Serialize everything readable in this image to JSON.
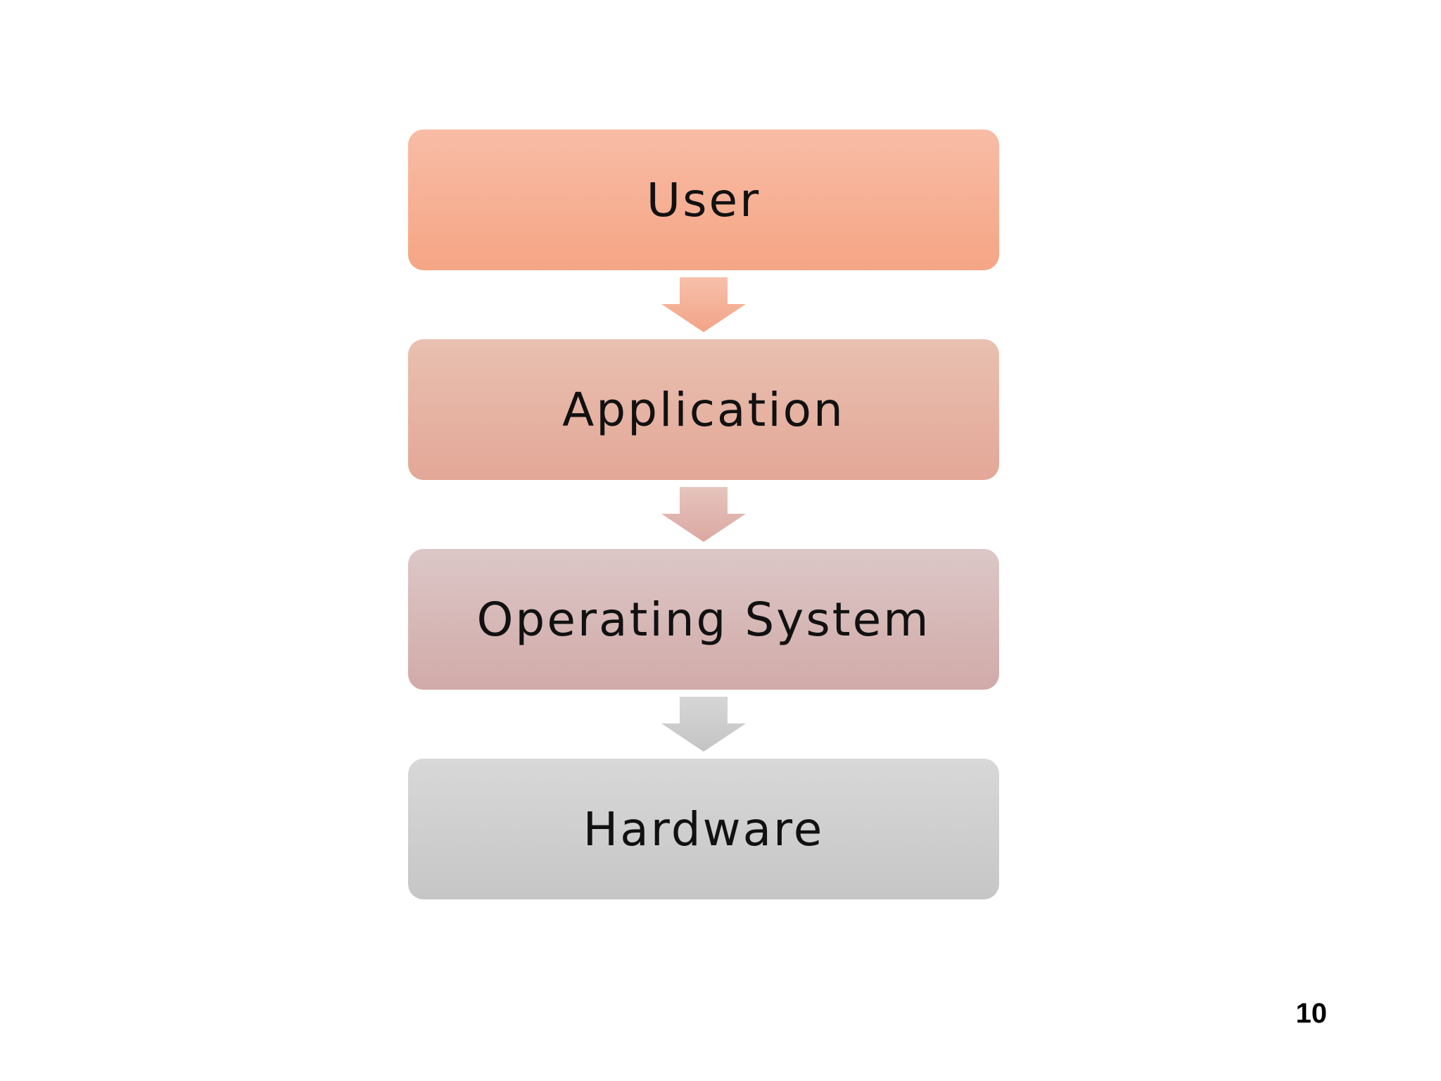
{
  "diagram": {
    "layers": [
      {
        "label": "User",
        "color_top": "#f8bca6",
        "color_bottom": "#f5a584"
      },
      {
        "label": "Application",
        "color_top": "#e9c0b0",
        "color_bottom": "#e3a797"
      },
      {
        "label": "Operating System",
        "color_top": "#dcc7c7",
        "color_bottom": "#d1aaa8"
      },
      {
        "label": "Hardware",
        "color_top": "#d8d8d8",
        "color_bottom": "#c6c6c6"
      }
    ],
    "arrows": [
      {
        "from": "User",
        "to": "Application",
        "color_top": "#f7c0aa",
        "color_bottom": "#f2a487"
      },
      {
        "from": "Application",
        "to": "Operating System",
        "color_top": "#e6c4bd",
        "color_bottom": "#dba8a2"
      },
      {
        "from": "Operating System",
        "to": "Hardware",
        "color_top": "#d6d6d6",
        "color_bottom": "#c4c4c4"
      }
    ]
  },
  "footer": {
    "page_number": "10"
  }
}
